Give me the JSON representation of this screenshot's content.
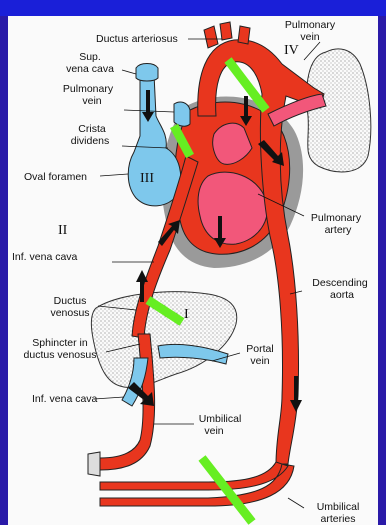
{
  "labels": {
    "ductus_arteriosus": "Ductus arteriosus",
    "pulmonary_vein_right_1": "Pulmonary",
    "pulmonary_vein_right_2": "vein",
    "sup_vena_cava_1": "Sup.",
    "sup_vena_cava_2": "vena cava",
    "pulmonary_vein_left_1": "Pulmonary",
    "pulmonary_vein_left_2": "vein",
    "crista_dividens_1": "Crista",
    "crista_dividens_2": "dividens",
    "oval_foramen": "Oval foramen",
    "pulmonary_artery_1": "Pulmonary",
    "pulmonary_artery_2": "artery",
    "inf_vena_cava_upper": "Inf. vena cava",
    "descending_aorta_1": "Descending",
    "descending_aorta_2": "aorta",
    "ductus_venosus_1": "Ductus",
    "ductus_venosus_2": "venosus",
    "sphincter_1": "Sphincter in",
    "sphincter_2": "ductus venosus",
    "portal_vein_1": "Portal",
    "portal_vein_2": "vein",
    "inf_vena_cava_lower": "Inf. vena cava",
    "umbilical_vein_1": "Umbilical",
    "umbilical_vein_2": "vein",
    "umbilical_arteries_1": "Umbilical",
    "umbilical_arteries_2": "arteries"
  },
  "roman": {
    "I": "I",
    "II": "II",
    "III": "III",
    "IV": "IV"
  },
  "colors": {
    "artery_red": "#e8361e",
    "mixed_pink": "#f2577a",
    "vein_blue": "#7ec8ec",
    "highlight_green": "#66ee22",
    "frame_blue": "#2a1aa8"
  }
}
